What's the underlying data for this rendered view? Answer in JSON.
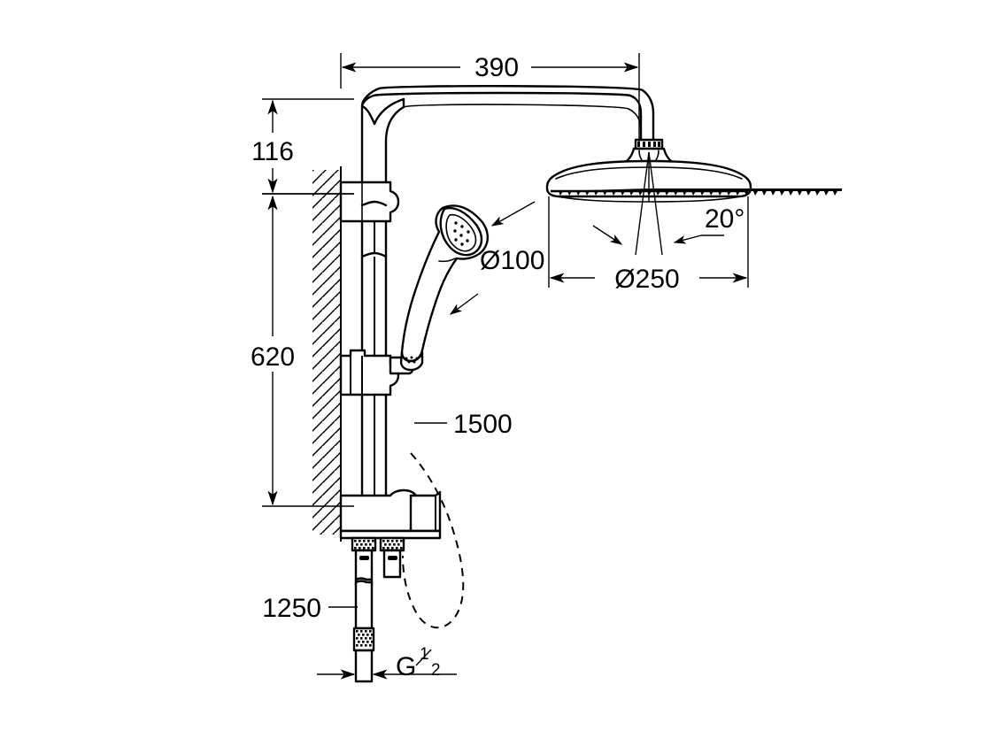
{
  "drawing": {
    "title": "Shower system dimensional drawing",
    "units": "mm",
    "line_color": "#000000",
    "background_color": "#ffffff"
  },
  "dimensions": {
    "arm_projection": "390",
    "head_offset_from_wall_bracket": "116",
    "riser_height": "620",
    "hose_length": "1500",
    "outlet_height": "1250",
    "head_diameter": "Ø250",
    "hand_shower_diameter": "Ø100",
    "spray_angle": "20°",
    "thread_size_letter": "G",
    "thread_numerator": "1",
    "thread_denominator": "2"
  },
  "labels": [
    {
      "id": "dim-390",
      "text": "390",
      "role": "horizontal-dimension"
    },
    {
      "id": "dim-116",
      "text": "116",
      "role": "vertical-dimension"
    },
    {
      "id": "dim-620",
      "text": "620",
      "role": "vertical-dimension"
    },
    {
      "id": "dim-1500",
      "text": "1500",
      "role": "leader-dimension"
    },
    {
      "id": "dim-1250",
      "text": "1250",
      "role": "leader-dimension"
    },
    {
      "id": "dim-d250",
      "text": "Ø250",
      "role": "diameter-dimension"
    },
    {
      "id": "dim-d100",
      "text": "Ø100",
      "role": "diameter-dimension"
    },
    {
      "id": "dim-20deg",
      "text": "20°",
      "role": "angle-annotation"
    },
    {
      "id": "dim-g12",
      "text": "G",
      "role": "thread-dimension"
    }
  ],
  "components": [
    {
      "name": "wall-section",
      "description": "hatched wall cross-section"
    },
    {
      "name": "shower-arm",
      "description": "horizontal arm to head"
    },
    {
      "name": "head-shower",
      "description": "250 mm round head shower"
    },
    {
      "name": "hand-shower",
      "description": "100 mm hand shower"
    },
    {
      "name": "riser-rail",
      "description": "vertical riser pipe"
    },
    {
      "name": "shower-mixer",
      "description": "mixer body at bottom"
    },
    {
      "name": "shower-hose",
      "description": "1500 mm flexible hose"
    },
    {
      "name": "inlet-connectors",
      "description": "two wall inlet connectors"
    },
    {
      "name": "outlet-hose",
      "description": "lower outlet hose with G 1/2 thread"
    }
  ]
}
